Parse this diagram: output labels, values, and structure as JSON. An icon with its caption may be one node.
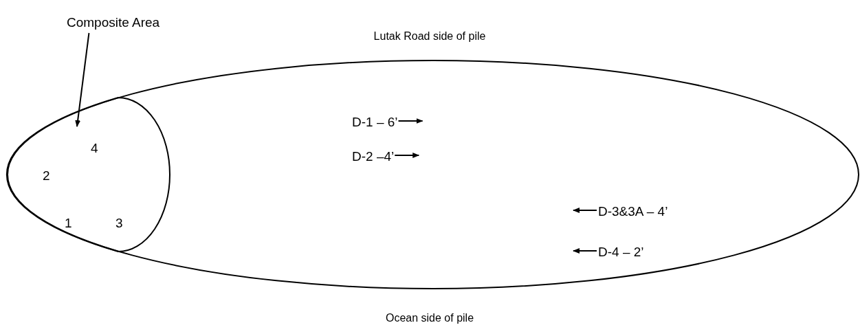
{
  "diagram": {
    "nodes": [
      {
        "text": [
          "D-1 – 6’",
          "D-2 –4’",
          "D-3&3A – 4’",
          "D-4 – 2’"
        ]
      },
      {
        "text": [
          "4",
          "2",
          "1",
          "3"
        ],
        "in": 0
      },
      {
        "text": [
          "Composite Area"
        ]
      }
    ],
    "edges": [
      {
        "from": 2,
        "to": 1,
        "arrow": "to"
      }
    ],
    "labels": [
      "Lutak Road side of pile",
      "Ocean side of pile"
    ]
  }
}
